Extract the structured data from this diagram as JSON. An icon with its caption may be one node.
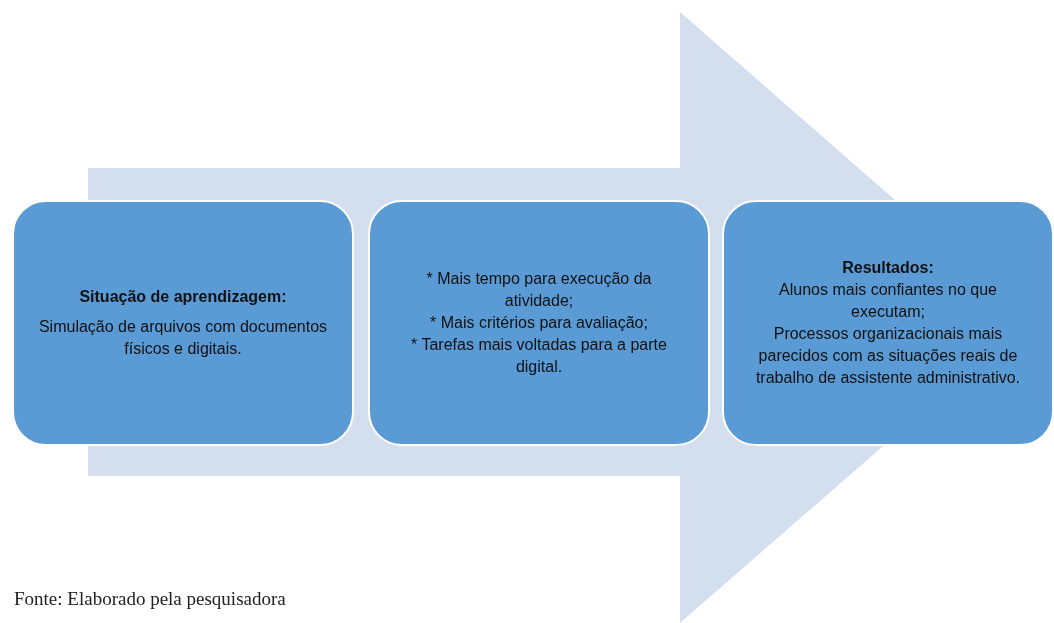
{
  "diagram": {
    "caption": "Fonte: Elaborado pela pesquisadora",
    "nodes": [
      {
        "text": [
          "Situação de aprendizagem:",
          "Simulação de arquivos com documentos físicos e digitais."
        ]
      },
      {
        "text": [
          "* Mais tempo para execução da atividade;",
          "* Mais critérios para avaliação;",
          "* Tarefas mais voltadas para a parte digital."
        ]
      },
      {
        "text": [
          "Resultados:",
          "Alunos mais confiantes no que executam;",
          "Processos organizacionais mais parecidos com as situações reais de trabalho de assistente administrativo."
        ]
      }
    ],
    "edges": [
      {
        "from": 0,
        "to": 2,
        "arrow": "to"
      }
    ]
  }
}
